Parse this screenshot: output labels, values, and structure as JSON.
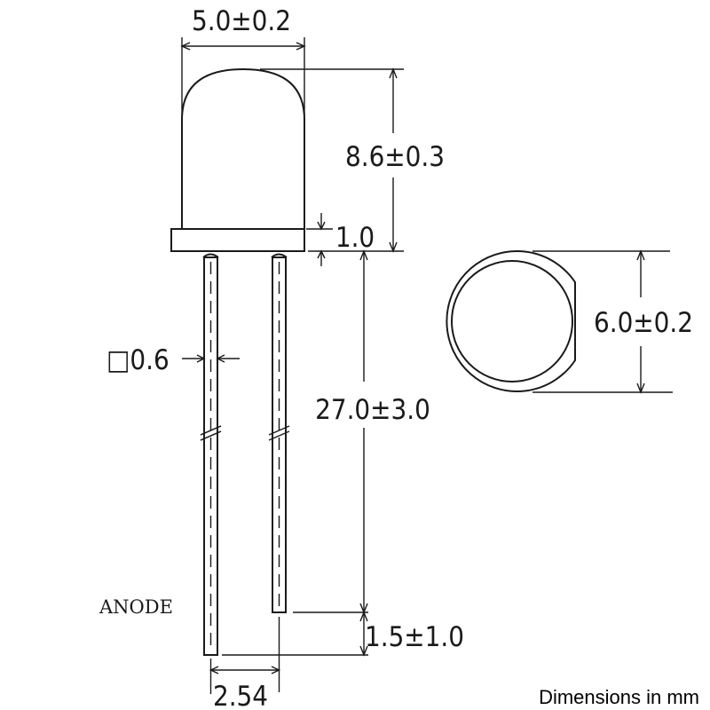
{
  "dimensions": {
    "body_diameter": "5.0±0.2",
    "body_height": "8.6±0.3",
    "flange_height": "1.0",
    "lead_size": "□0.6",
    "lead_length": "27.0±3.0",
    "lead_offset": "1.5±1.0",
    "lead_pitch": "2.54",
    "flange_diameter": "6.0±0.2"
  },
  "labels": {
    "anode": "ANODE",
    "units_note": "Dimensions in mm"
  }
}
